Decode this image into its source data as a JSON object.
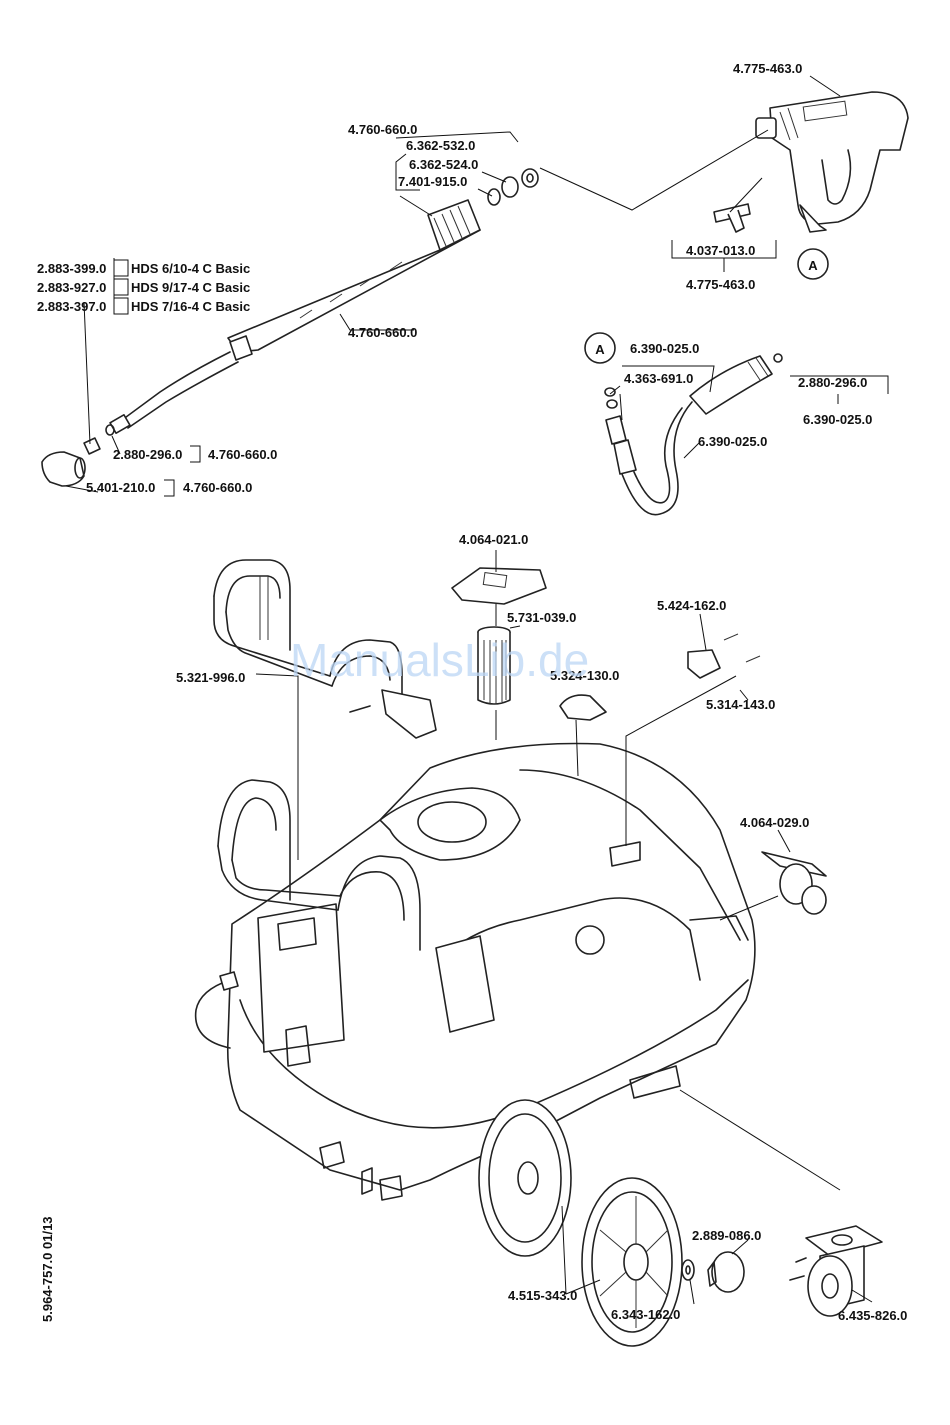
{
  "watermark": "ManualsLib.de",
  "doc_id": "5.964-757.0  01/13",
  "marker_letter": "A",
  "models": [
    {
      "number": "2.883-399.0",
      "name": "HDS 6/10-4 C Basic"
    },
    {
      "number": "2.883-927.0",
      "name": "HDS 9/17-4 C Basic"
    },
    {
      "number": "2.883-397.0",
      "name": "HDS 7/16-4 C Basic"
    }
  ],
  "labels": {
    "gun_top": "4.775-463.0",
    "lance_top": "4.760-660.0",
    "ring_532": "6.362-532.0",
    "ring_524": "6.362-524.0",
    "ring_915": "7.401-915.0",
    "clip_013": "4.037-013.0",
    "gun_bottom": "4.775-463.0",
    "lance_mid": "4.760-660.0",
    "nozzle_296": "2.880-296.0",
    "nozzle_296_ref": "4.760-660.0",
    "cap_210": "5.401-210.0",
    "cap_210_ref": "4.760-660.0",
    "hose_025_top": "6.390-025.0",
    "hose_691": "4.363-691.0",
    "hose_296": "2.880-296.0",
    "hose_025_right": "6.390-025.0",
    "hose_025_mid": "6.390-025.0",
    "cover_021": "4.064-021.0",
    "filter_039": "5.731-039.0",
    "clamp_162": "5.424-162.0",
    "knob_130": "5.324-130.0",
    "pin_143": "5.314-143.0",
    "handle_996": "5.321-996.0",
    "holder_029": "4.064-029.0",
    "wheel_343": "4.515-343.0",
    "cap_086": "2.889-086.0",
    "washer_162": "6.343-162.0",
    "castor_826": "6.435-826.0"
  }
}
